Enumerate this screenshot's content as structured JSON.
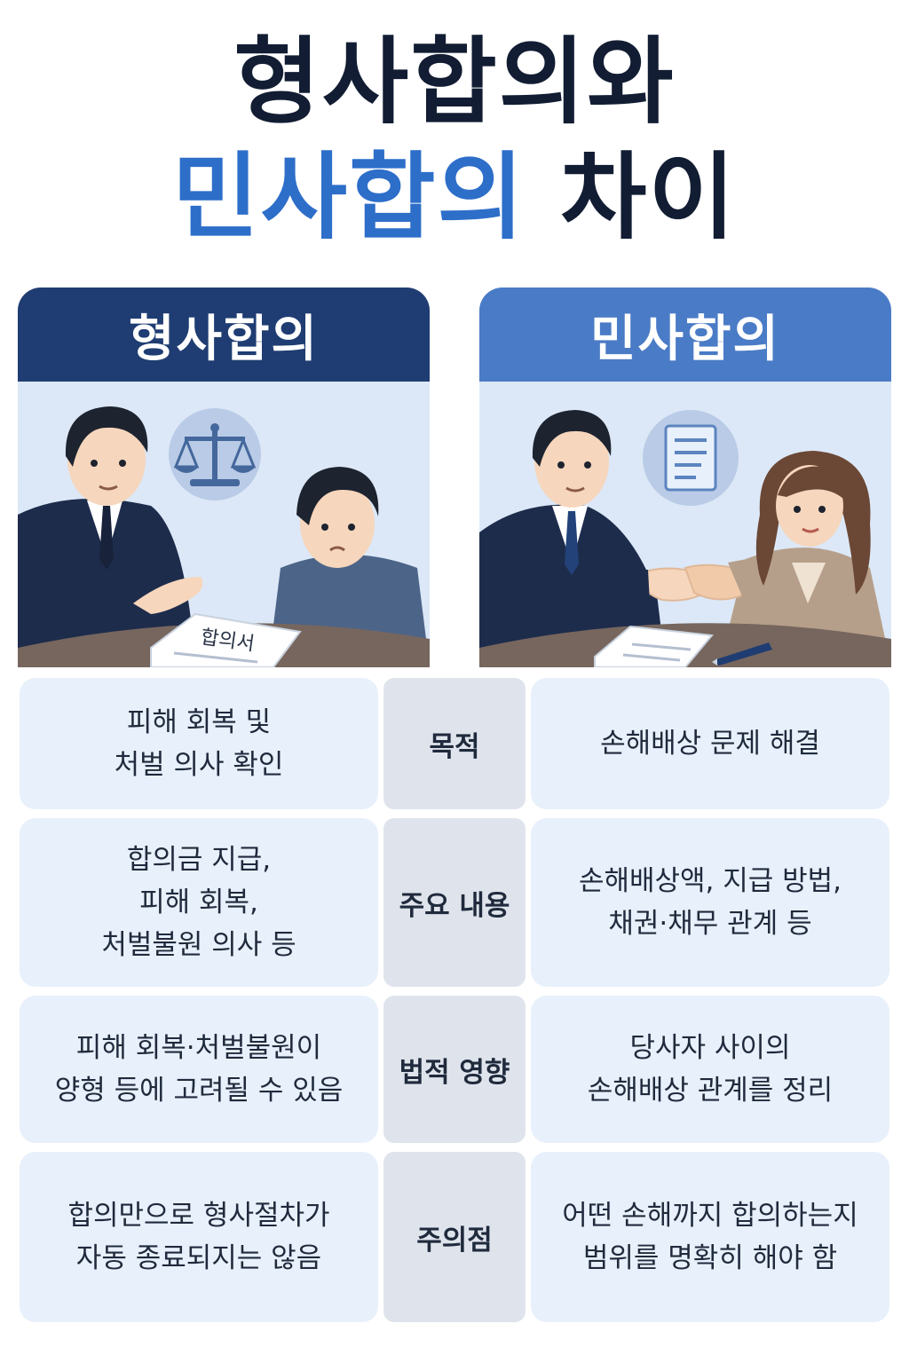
{
  "title": {
    "line1": "형사합의와",
    "line2_accent": "민사합의",
    "line2_rest": "차이"
  },
  "colors": {
    "title_dark": "#121d33",
    "title_accent": "#2d6ec9",
    "criminal_header": "#1f3d72",
    "civil_header": "#4a7bc6",
    "cell_bg": "#e8f0fb",
    "label_bg": "#dfe4ec"
  },
  "panels": {
    "criminal": {
      "header": "형사합의",
      "icon": "scale-icon",
      "document_label": "합의서"
    },
    "civil": {
      "header": "민사합의",
      "icon": "document-icon"
    }
  },
  "rows": [
    {
      "label": "목적",
      "criminal": [
        "피해 회복 및",
        "처벌 의사 확인"
      ],
      "civil": [
        "손해배상 문제 해결"
      ]
    },
    {
      "label": "주요 내용",
      "criminal": [
        "합의금 지급,",
        "피해 회복,",
        "처벌불원 의사 등"
      ],
      "civil": [
        "손해배상액, 지급 방법,",
        "채권·채무 관계 등"
      ]
    },
    {
      "label": "법적 영향",
      "criminal": [
        "피해 회복·처벌불원이",
        "양형 등에 고려될 수 있음"
      ],
      "civil": [
        "당사자 사이의",
        "손해배상 관계를 정리"
      ]
    },
    {
      "label": "주의점",
      "criminal": [
        "합의만으로 형사절차가",
        "자동 종료되지는 않음"
      ],
      "civil": [
        "어떤 손해까지 합의하는지",
        "범위를 명확히 해야 함"
      ]
    }
  ]
}
